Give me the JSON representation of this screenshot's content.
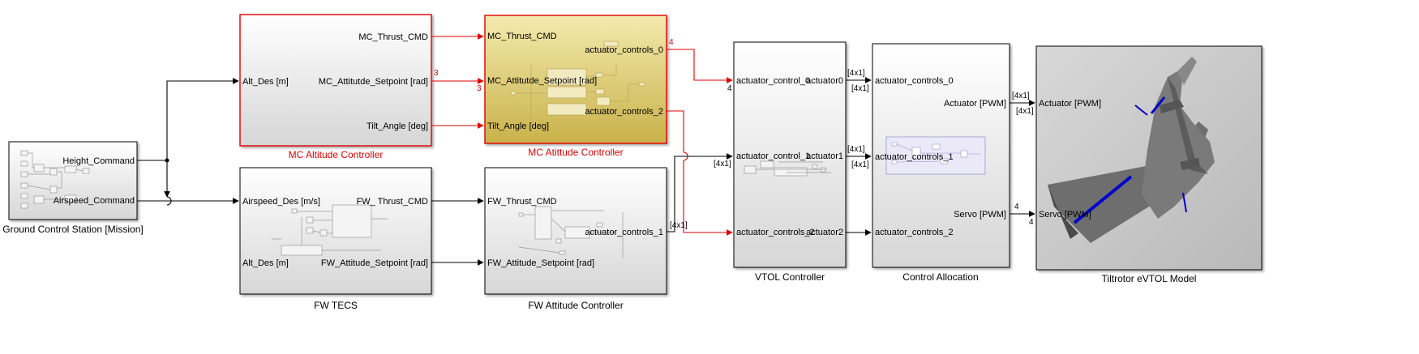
{
  "blocks": {
    "gcs": {
      "caption": "Ground Control Station [Mission]",
      "out1": "Height_Command",
      "out2": "Airspeed_Command"
    },
    "mc_alt": {
      "caption": "MC Altitude Controller",
      "in1": "Alt_Des [m]",
      "out1": "MC_Thrust_CMD",
      "out2": "MC_Attitutde_Setpoint [rad]",
      "out3": "Tilt_Angle [deg]"
    },
    "mc_att": {
      "caption": "MC Atittude Controller",
      "in1": "MC_Thrust_CMD",
      "in2": "MC_Attitutde_Setpoint [rad]",
      "in3": "Tilt_Angle [deg]",
      "out1": "actuator_controls_0",
      "out2": "actuator_controls_2"
    },
    "fw_tecs": {
      "caption": "FW TECS",
      "in1": "Airspeed_Des [m/s]",
      "in2": "Alt_Des [m]",
      "out1": "FW_ Thrust_CMD",
      "out2": "FW_Attitude_Setpoint [rad]"
    },
    "fw_att": {
      "caption": "FW Attitude Controller",
      "in1": "FW_Thrust_CMD",
      "in2": "FW_Attitude_Setpoint [rad]",
      "out1": "actuator_controls_1"
    },
    "vtol": {
      "caption": "VTOL Controller",
      "in1": "actuator_control_0",
      "in2": "actuator_control_1",
      "in3": "actuator_controls_2",
      "out1": "actuator0",
      "out2": "actuator1",
      "out3": "actuator2"
    },
    "alloc": {
      "caption": "Control Allocation",
      "in1": "actuator_controls_0",
      "in2": "actuator_controls_1",
      "in3": "actuator_controls_2",
      "out1": "Actuator [PWM]",
      "out2": "Servo [PWM]"
    },
    "model": {
      "caption": "Tiltrotor eVTOL  Model",
      "in1": "Actuator [PWM]",
      "in2": "Servo [PWM]"
    }
  },
  "signal_dims": {
    "mc_att_setpoint_out": "3",
    "mc_att_setpoint_in": "3",
    "act0_out": "4",
    "act0_in": "4",
    "act1_in": "[4x1]",
    "act1_out": "[4x1]",
    "a0_out": "[4x1]",
    "a0_in": "[4x1]",
    "a1_out": "[4x1]",
    "a1_in": "[4x1]",
    "pwm_out": "[4x1]",
    "pwm_in": "[4x1]",
    "servo_out": "4",
    "servo_in": "4"
  },
  "colors": {
    "signal_red": "#e00000",
    "mc_att_fill": "#e2cf72",
    "uav_body": "#6e6e6e",
    "blade": "#0000cc"
  }
}
